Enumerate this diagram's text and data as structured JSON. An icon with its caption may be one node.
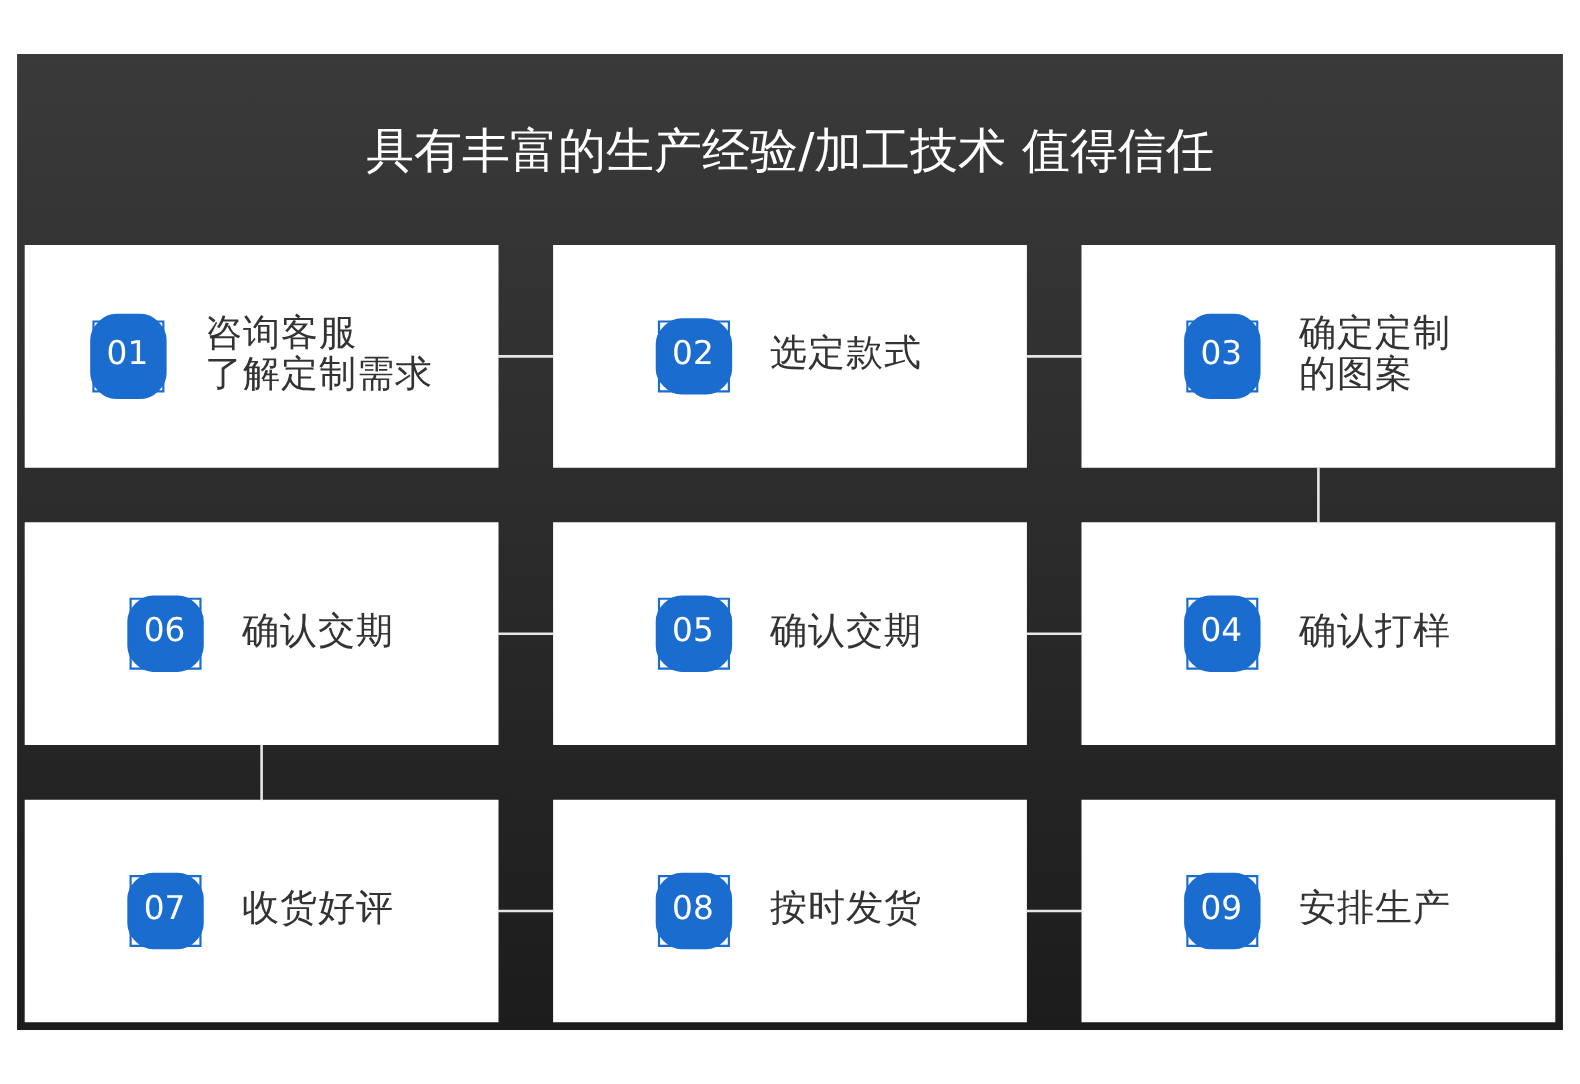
{
  "diagram": {
    "title": "具有丰富的生产经验/加工技术 值得信任",
    "nodes": [
      {
        "text": [
          "01",
          "咨询客服了解定制需求"
        ]
      },
      {
        "text": [
          "02",
          "选定款式"
        ]
      },
      {
        "text": [
          "03",
          "确定定制的图案"
        ]
      },
      {
        "text": [
          "06",
          "确认交期"
        ]
      },
      {
        "text": [
          "05",
          "确认交期"
        ]
      },
      {
        "text": [
          "04",
          "确认打样"
        ]
      },
      {
        "text": [
          "07",
          "收货好评"
        ]
      },
      {
        "text": [
          "08",
          "按时发货"
        ]
      },
      {
        "text": [
          "09",
          "安排生产"
        ]
      }
    ],
    "edges": [
      {
        "from": 0,
        "to": 1,
        "arrow": "none"
      },
      {
        "from": 1,
        "to": 2,
        "arrow": "none"
      },
      {
        "from": 2,
        "to": 5,
        "arrow": "none"
      },
      {
        "from": 5,
        "to": 4,
        "arrow": "none"
      },
      {
        "from": 4,
        "to": 3,
        "arrow": "none"
      },
      {
        "from": 3,
        "to": 6,
        "arrow": "none"
      },
      {
        "from": 6,
        "to": 7,
        "arrow": "none"
      },
      {
        "from": 7,
        "to": 8,
        "arrow": "none"
      }
    ]
  }
}
